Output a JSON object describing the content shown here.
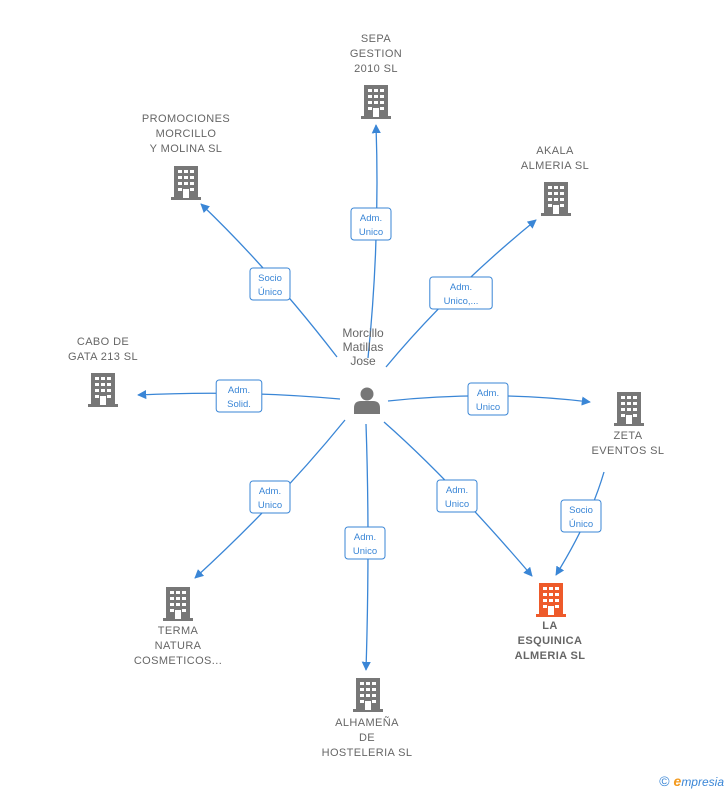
{
  "center": {
    "name_lines": [
      "Morcillo",
      "Matillas",
      "Jose"
    ],
    "icon": "person-icon"
  },
  "colors": {
    "edge": "#3a86d6",
    "building": "#777777",
    "highlight": "#ee5a2a",
    "text": "#666666"
  },
  "companies": [
    {
      "id": "sepa",
      "lines": [
        "SEPA",
        "GESTION",
        "2010 SL"
      ],
      "icon": "building-icon",
      "highlight": false
    },
    {
      "id": "promociones",
      "lines": [
        "PROMOCIONES",
        "MORCILLO",
        "Y MOLINA SL"
      ],
      "icon": "building-icon",
      "highlight": false
    },
    {
      "id": "akala",
      "lines": [
        "AKALA",
        "ALMERIA  SL"
      ],
      "icon": "building-icon",
      "highlight": false
    },
    {
      "id": "cabo",
      "lines": [
        "CABO DE",
        "GATA 213  SL"
      ],
      "icon": "building-icon",
      "highlight": false
    },
    {
      "id": "zeta",
      "lines": [
        "ZETA",
        "EVENTOS  SL"
      ],
      "icon": "building-icon",
      "highlight": false
    },
    {
      "id": "esquinica",
      "lines": [
        "LA",
        "ESQUINICA",
        "ALMERIA  SL"
      ],
      "icon": "building-icon",
      "highlight": true
    },
    {
      "id": "terma",
      "lines": [
        "TERMA",
        "NATURA",
        "COSMETICOS..."
      ],
      "icon": "building-icon",
      "highlight": false
    },
    {
      "id": "alhamena",
      "lines": [
        "ALHAMEÑA",
        "DE",
        "HOSTELERIA SL"
      ],
      "icon": "building-icon",
      "highlight": false
    }
  ],
  "edges": [
    {
      "id": "e-sepa",
      "from": "center",
      "to": "sepa",
      "lines": [
        "Adm.",
        "Unico"
      ]
    },
    {
      "id": "e-promociones",
      "from": "center",
      "to": "promociones",
      "lines": [
        "Socio",
        "Único"
      ]
    },
    {
      "id": "e-akala",
      "from": "center",
      "to": "akala",
      "lines": [
        "Adm.",
        "Unico,..."
      ]
    },
    {
      "id": "e-cabo",
      "from": "center",
      "to": "cabo",
      "lines": [
        "Adm.",
        "Solid."
      ]
    },
    {
      "id": "e-zeta",
      "from": "center",
      "to": "zeta",
      "lines": [
        "Adm.",
        "Unico"
      ]
    },
    {
      "id": "e-esquinica",
      "from": "center",
      "to": "esquinica",
      "lines": [
        "Adm.",
        "Unico"
      ]
    },
    {
      "id": "e-terma",
      "from": "center",
      "to": "terma",
      "lines": [
        "Adm.",
        "Unico"
      ]
    },
    {
      "id": "e-alhamena",
      "from": "center",
      "to": "alhamena",
      "lines": [
        "Adm.",
        "Unico"
      ]
    },
    {
      "id": "e-zeta-esquinica",
      "from": "zeta",
      "to": "esquinica",
      "lines": [
        "Socio",
        "Único"
      ]
    }
  ],
  "footer": {
    "copyright": "©",
    "brand_initial": "e",
    "brand_rest": "mpresia"
  }
}
